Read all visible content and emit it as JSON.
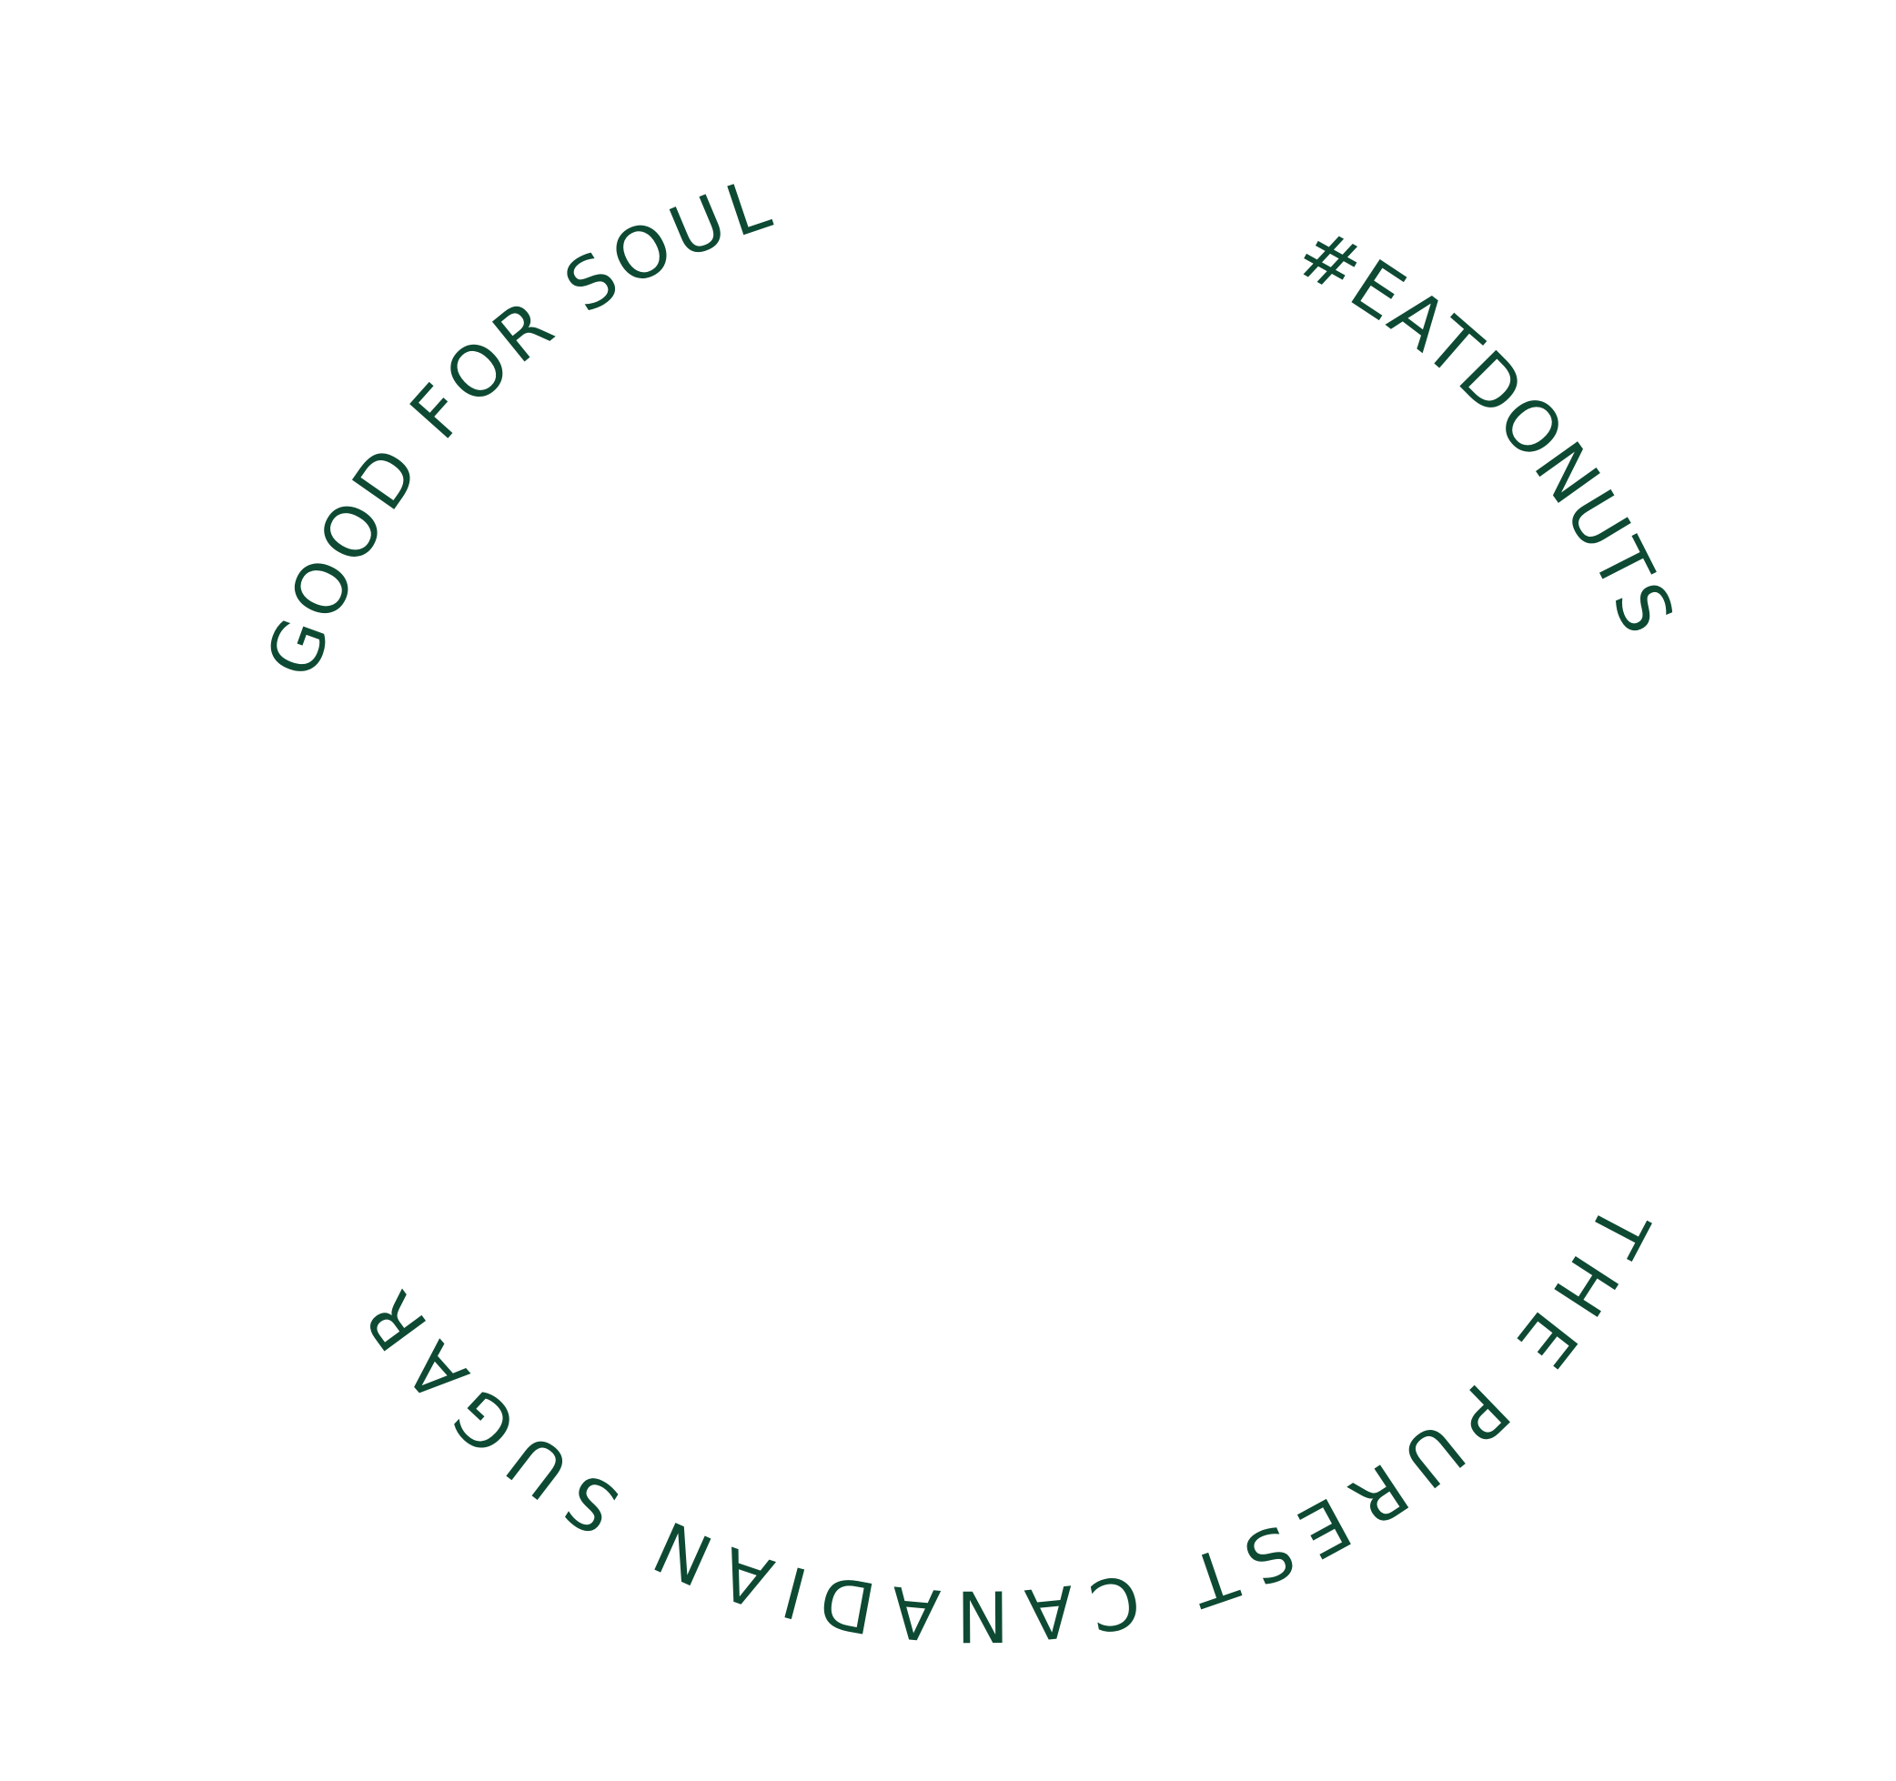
{
  "badge": {
    "top_left_text": "GOOD FOR SOUL",
    "top_right_text": "#EATDONUTS",
    "bottom_text": "THE PUREST CANADIAN SUGAR",
    "text_color": "#0e4a33",
    "background_color": "#ffffff"
  }
}
